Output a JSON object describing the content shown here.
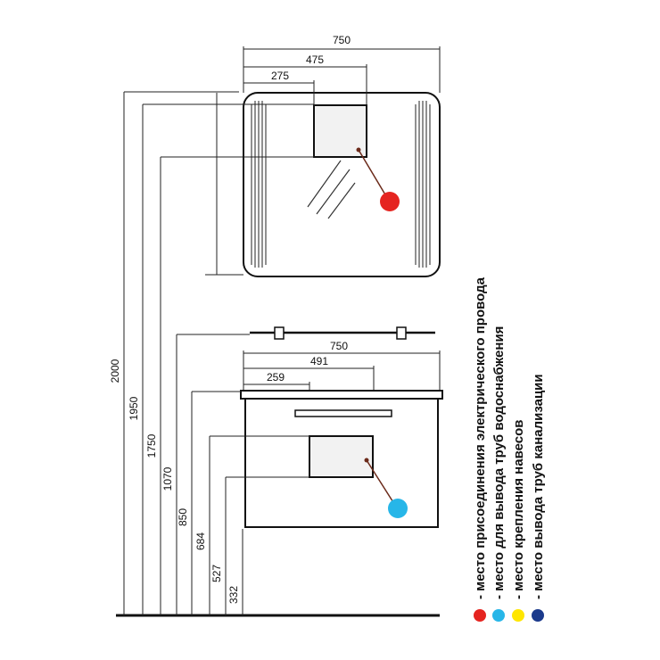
{
  "top_dims": [
    "750",
    "475",
    "275"
  ],
  "mid_dims": [
    "750",
    "491",
    "259"
  ],
  "heights": [
    "2000",
    "1950",
    "1750",
    "1070",
    "850",
    "684",
    "527",
    "332"
  ],
  "legend": [
    {
      "label": "- место присоединения электрического провода",
      "color": "#e52420"
    },
    {
      "label": "- место для вывода труб водоснабжения",
      "color": "#27b6e8"
    },
    {
      "label": "- место крепления навесов",
      "color": "#ffe600"
    },
    {
      "label": "- место вывода труб канализации",
      "color": "#1b3a8c"
    }
  ]
}
